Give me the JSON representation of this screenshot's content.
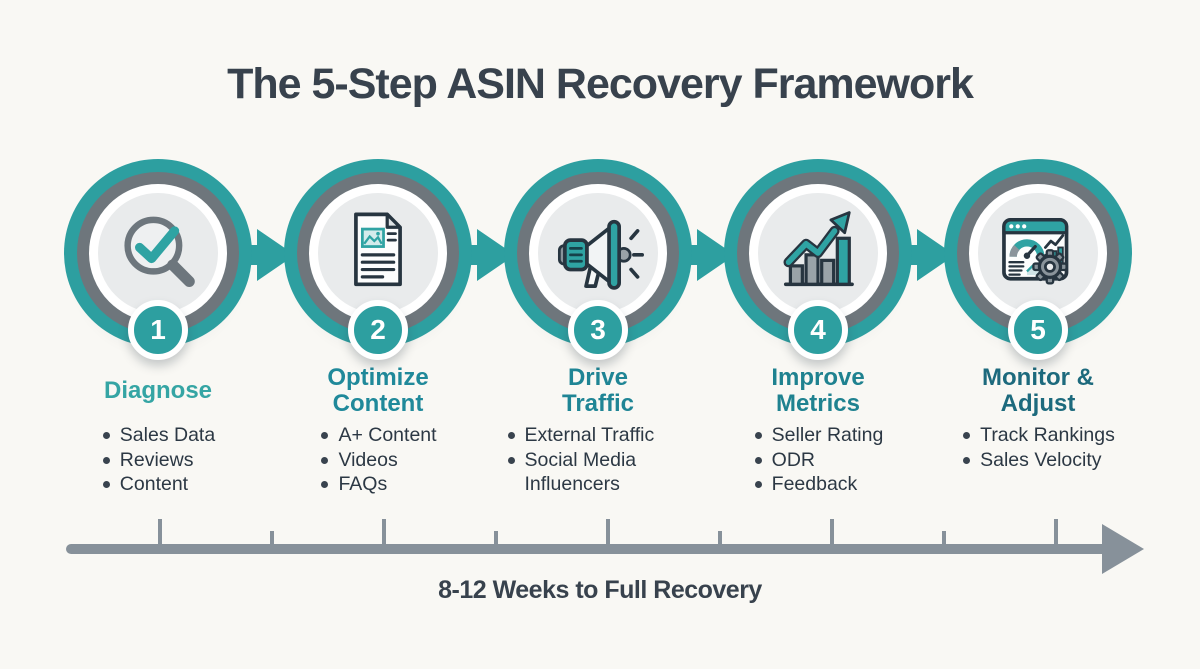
{
  "title": "The 5-Step ASIN Recovery Framework",
  "colors": {
    "background": "#f9f8f4",
    "accent_teal": "#2d9fa0",
    "ring_gray": "#6e767c",
    "text_dark": "#38424d",
    "timeline_gray": "#87919a"
  },
  "steps": [
    {
      "number": "1",
      "heading": "Diagnose",
      "heading_color": "#35a5a4",
      "icon": "magnifier-check-icon",
      "bullets": [
        "Sales Data",
        "Reviews",
        "Content"
      ]
    },
    {
      "number": "2",
      "heading": "Optimize\nContent",
      "heading_color": "#20899a",
      "icon": "document-icon",
      "bullets": [
        "A+ Content",
        "Videos",
        "FAQs"
      ]
    },
    {
      "number": "3",
      "heading": "Drive\nTraffic",
      "heading_color": "#1f8595",
      "icon": "megaphone-icon",
      "bullets": [
        "External Traffic",
        "Social Media Influencers"
      ]
    },
    {
      "number": "4",
      "heading": "Improve\nMetrics",
      "heading_color": "#1f8290",
      "icon": "growth-chart-icon",
      "bullets": [
        "Seller Rating",
        "ODR",
        "Feedback"
      ]
    },
    {
      "number": "5",
      "heading": "Monitor &\nAdjust",
      "heading_color": "#1d6a7d",
      "icon": "dashboard-gear-icon",
      "bullets": [
        "Track Rankings",
        "Sales Velocity"
      ]
    }
  ],
  "connectors": [
    "arrow-right-icon",
    "arrow-right-icon",
    "arrow-right-icon",
    "arrow-right-icon"
  ],
  "timeline": {
    "label": "8-12 Weeks to Full Recovery",
    "axis_icon": "timeline-arrow-icon",
    "tick_count": 9
  }
}
